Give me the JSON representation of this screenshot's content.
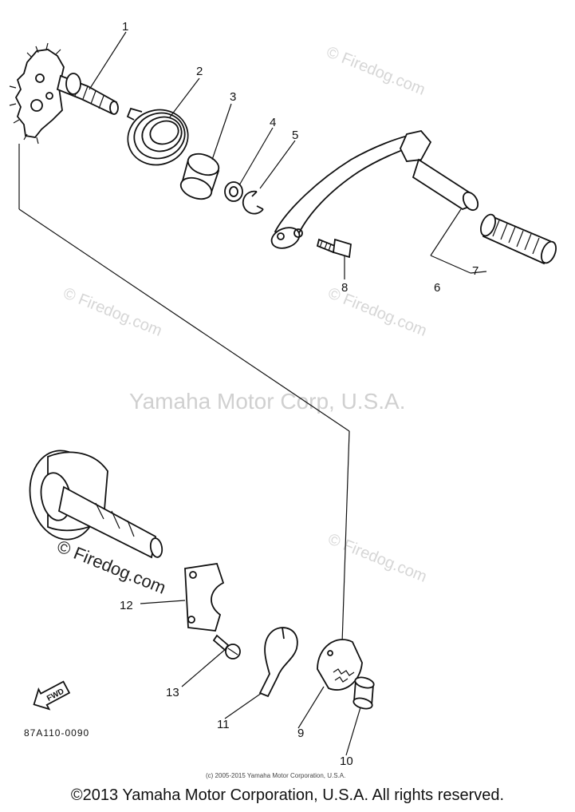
{
  "watermarks": {
    "firedog_label": "© Firedog.com",
    "center": "Yamaha Motor Corp, U.S.A."
  },
  "callouts": {
    "c1": "1",
    "c2": "2",
    "c3": "3",
    "c4": "4",
    "c5": "5",
    "c6": "6",
    "c7": "7",
    "c8": "8",
    "c9": "9",
    "c10": "10",
    "c11": "11",
    "c12": "12",
    "c13": "13"
  },
  "fwd_badge": "FWD",
  "diagram_code": "87A110-0090",
  "small_copyright": "(c) 2005-2015 Yamaha Motor Corporation, U.S.A.",
  "footer": "©2013 Yamaha Motor Corporation, U.S.A. All rights reserved."
}
